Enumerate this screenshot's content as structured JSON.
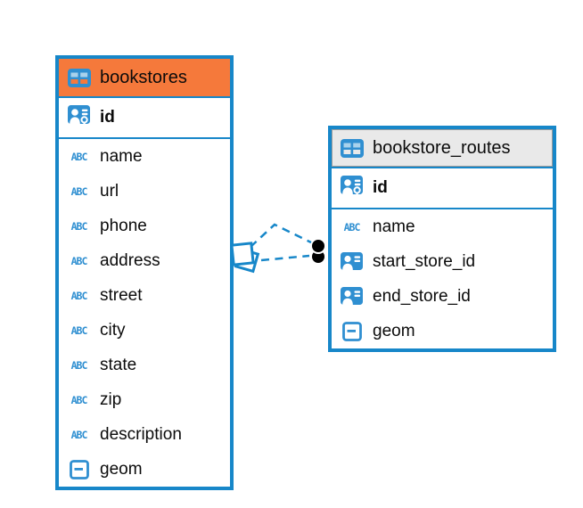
{
  "diagram": {
    "background_color": "#ffffff",
    "accent_blue": "#1787C9",
    "icon_blue": "#2F8FD1",
    "tables": [
      {
        "name": "bookstores",
        "header_color": "#F5793B",
        "selected": true,
        "header_outlined": false,
        "fields": [
          {
            "name": "id",
            "icon": "primary-key",
            "primary_key": true
          },
          {
            "name": "name",
            "icon": "text"
          },
          {
            "name": "url",
            "icon": "text"
          },
          {
            "name": "phone",
            "icon": "text"
          },
          {
            "name": "address",
            "icon": "text"
          },
          {
            "name": "street",
            "icon": "text"
          },
          {
            "name": "city",
            "icon": "text"
          },
          {
            "name": "state",
            "icon": "text"
          },
          {
            "name": "zip",
            "icon": "text"
          },
          {
            "name": "description",
            "icon": "text"
          },
          {
            "name": "geom",
            "icon": "geometry"
          }
        ]
      },
      {
        "name": "bookstore_routes",
        "header_color": "#E9E9E9",
        "selected": false,
        "header_outlined": true,
        "fields": [
          {
            "name": "id",
            "icon": "primary-key",
            "primary_key": true
          },
          {
            "name": "name",
            "icon": "text"
          },
          {
            "name": "start_store_id",
            "icon": "foreign-key"
          },
          {
            "name": "end_store_id",
            "icon": "foreign-key"
          },
          {
            "name": "geom",
            "icon": "geometry"
          }
        ]
      }
    ],
    "relationships": [
      {
        "from_table": "bookstores",
        "from_field": "id",
        "to_table": "bookstore_routes",
        "to_field": "start_store_id",
        "line_style": "dashed"
      },
      {
        "from_table": "bookstores",
        "from_field": "id",
        "to_table": "bookstore_routes",
        "to_field": "end_store_id",
        "line_style": "dashed"
      }
    ]
  },
  "icons": {
    "text_type_glyph": "ABC"
  }
}
